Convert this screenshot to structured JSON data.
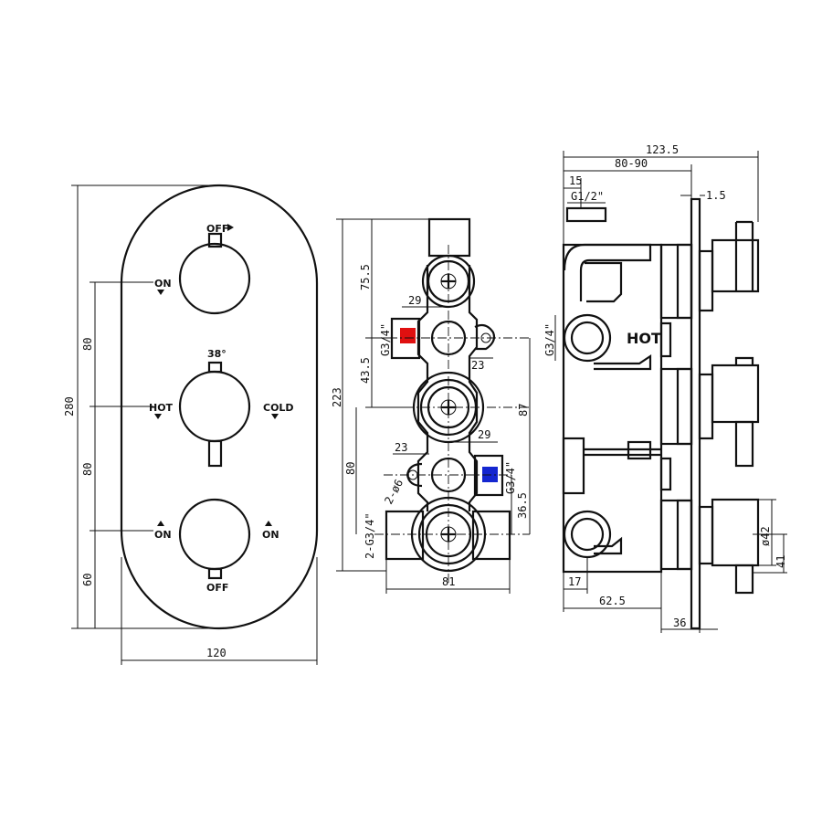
{
  "front_view": {
    "labels": {
      "top_off": "OFF",
      "on_left_top": "ON",
      "temp": "38°",
      "hot": "HOT",
      "cold": "COLD",
      "on_left_bottom": "ON",
      "on_right_bottom": "ON",
      "bottom_off": "OFF"
    },
    "dims": {
      "width": "120",
      "height": "280",
      "span_top": "80",
      "span_mid": "80",
      "span_bottom": "60"
    }
  },
  "valve_view": {
    "dims": {
      "top_height": "75.5",
      "total_height": "223",
      "mid_height": "43.5",
      "lower_height": "80",
      "right_span": "87",
      "bottom_right": "36.5",
      "width": "81",
      "port_29_top": "29",
      "port_23_top": "23",
      "port_29_bottom": "29",
      "port_23_bottom": "23"
    },
    "labels": {
      "hot_thread": "G3/4\"",
      "cold_thread": "G3/4\"",
      "mount_hole": "2-ø6",
      "outlet_thread": "2-G3/4\""
    },
    "colors": {
      "hot_port": "#e01010",
      "cold_port": "#1426d0"
    }
  },
  "side_view": {
    "dims": {
      "overall_depth": "123.5",
      "adjust_range": "80-90",
      "inlet_offset": "15",
      "inlet_thread": "G1/2\"",
      "plate_thickness": "1.5",
      "port_thread": "G3/4\"",
      "knob_diameter": "ø42",
      "knob_length": "41",
      "bottom_offset": "17",
      "body_depth": "62.5",
      "wall_depth": "36"
    },
    "labels": {
      "hot": "HOT"
    }
  }
}
